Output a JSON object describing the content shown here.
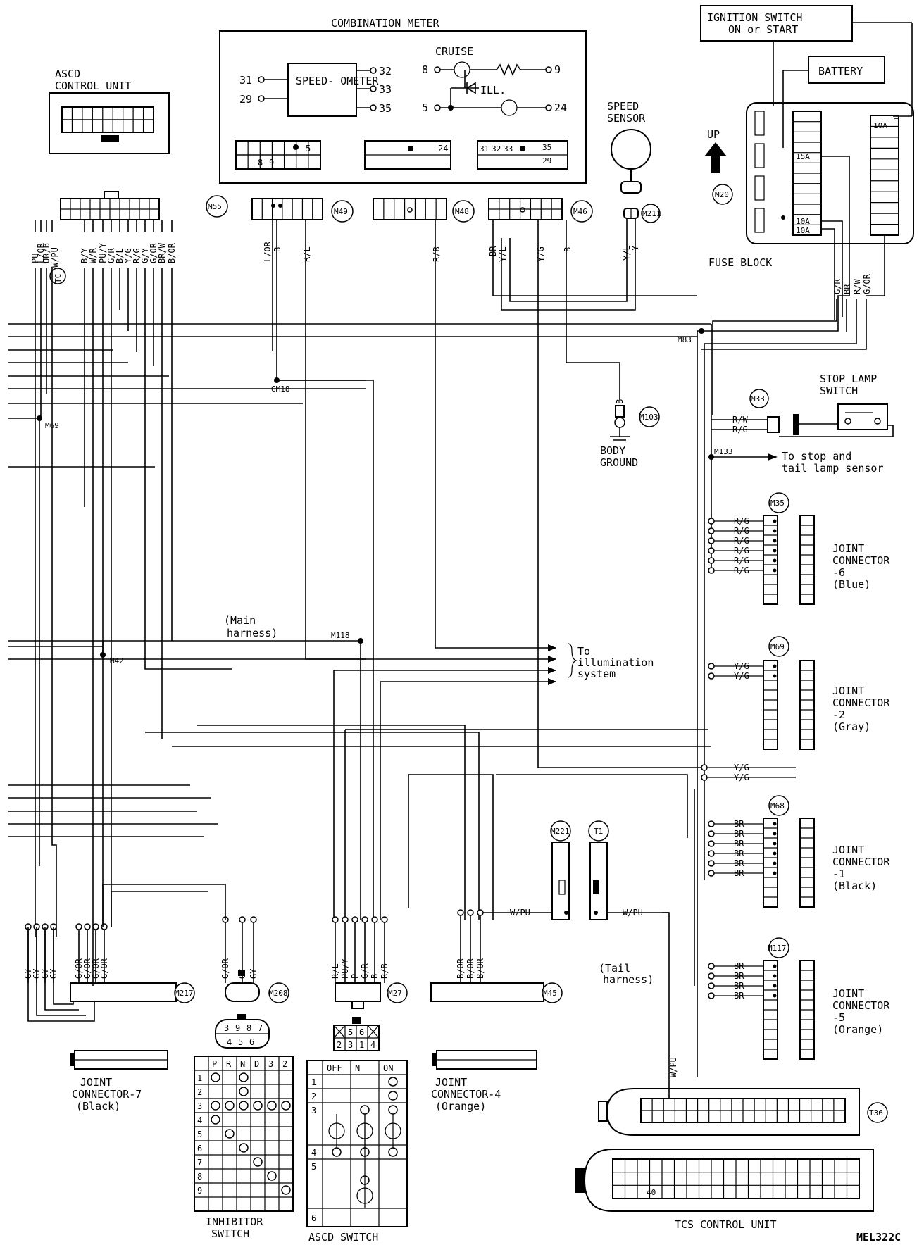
{
  "diagram_id": "MEL322C",
  "combination_meter": {
    "title": "COMBINATION METER",
    "speedometer": "SPEED-\nOMETER",
    "cruise": "CRUISE",
    "ill": "ILL.",
    "pins_left": [
      "31",
      "29"
    ],
    "pins_right": [
      "32",
      "33",
      "35"
    ],
    "cruise_pins": [
      "8",
      "9"
    ],
    "ill_pins": [
      "5",
      "24"
    ],
    "conn1_pins": [
      "5",
      "8",
      "9"
    ],
    "conn2_pins": [
      "24"
    ],
    "conn3_pins": [
      "31",
      "32",
      "33",
      "35",
      "29"
    ]
  },
  "ascd_control_unit": {
    "line1": "ASCD",
    "line2": "CONTROL UNIT"
  },
  "ignition_switch": {
    "line1": "IGNITION SWITCH",
    "line2": "ON or START"
  },
  "battery": "BATTERY",
  "up": "UP",
  "fuse_block": {
    "label": "FUSE BLOCK",
    "fuses": [
      "10A",
      "15A",
      "10A",
      "10A"
    ]
  },
  "speed_sensor": {
    "line1": "SPEED",
    "line2": "SENSOR"
  },
  "connectors": {
    "m55": "M55",
    "m49": "M49",
    "m48": "M48",
    "m46": "M46",
    "m211": "M211",
    "m20": "M20",
    "m33": "M33",
    "m103": "M103",
    "m35": "M35",
    "m69": "M69",
    "m68": "M68",
    "m117": "M117",
    "m221": "M221",
    "t1": "T1",
    "t36": "T36",
    "m217": "M217",
    "m208": "M208",
    "m27": "M27",
    "m45": "M45",
    "tc": "TC"
  },
  "splices": {
    "m83": "M83",
    "gm18": "GM18",
    "m69": "M69",
    "m133": "M133",
    "m118": "M118",
    "m42": "M42"
  },
  "wire_colors": {
    "ascd": [
      "PU",
      "L/OR",
      "OR/B",
      "W/PU",
      "B/Y",
      "W/R",
      "PU/Y",
      "G/R",
      "B/L",
      "Y/G",
      "R/G",
      "G/Y",
      "G/OR",
      "BR/W",
      "B/OR"
    ],
    "m49": [
      "L/OR",
      "B",
      "R/L"
    ],
    "m48": [
      "R/B"
    ],
    "m46": [
      "BR",
      "Y/L",
      "Y/G",
      "B"
    ],
    "m211": [
      "Y/L",
      "Y"
    ],
    "fuse": [
      "G/R",
      "BR",
      "R/W",
      "G/OR"
    ],
    "m103": "B",
    "m33": [
      "R/W",
      "R/G"
    ],
    "m35": [
      "R/G",
      "R/G",
      "R/G",
      "R/G",
      "R/G",
      "R/G"
    ],
    "m69": [
      "Y/G",
      "Y/G",
      "Y/G",
      "Y/G"
    ],
    "m68": [
      "BR",
      "BR",
      "BR",
      "BR",
      "BR",
      "BR"
    ],
    "m117": [
      "BR",
      "BR",
      "BR",
      "BR"
    ],
    "m217": [
      "GY",
      "GY",
      "GY",
      "GY",
      "G/OR",
      "G/OR",
      "G/OR",
      "G/OR"
    ],
    "m208": [
      "G/OR",
      "GY",
      "GY"
    ],
    "m27": [
      "R/L",
      "PU/Y",
      "P",
      "G/R",
      "B",
      "R/B"
    ],
    "m45": [
      "B/OR",
      "B/OR",
      "B/OR"
    ],
    "m221": "W/PU",
    "t1": "W/PU",
    "t36": "W/PU"
  },
  "body_ground": {
    "line1": "BODY",
    "line2": "GROUND"
  },
  "stop_lamp_switch": {
    "line1": "STOP LAMP",
    "line2": "SWITCH"
  },
  "to_stop": {
    "line1": "To stop and",
    "line2": "tail lamp sensor"
  },
  "main_harness": {
    "line1": "(Main",
    "line2": "harness)"
  },
  "tail_harness": {
    "line1": "(Tail",
    "line2": "harness)"
  },
  "to_illumination": {
    "line1": "To",
    "line2": "illumination",
    "line3": "system"
  },
  "joint_connectors": {
    "jc6": {
      "line1": "JOINT",
      "line2": "CONNECTOR",
      "line3": "-6",
      "line4": "(Blue)"
    },
    "jc2": {
      "line1": "JOINT",
      "line2": "CONNECTOR",
      "line3": "-2",
      "line4": "(Gray)"
    },
    "jc1": {
      "line1": "JOINT",
      "line2": "CONNECTOR",
      "line3": "-1",
      "line4": "(Black)"
    },
    "jc5": {
      "line1": "JOINT",
      "line2": "CONNECTOR",
      "line3": "-5",
      "line4": "(Orange)"
    },
    "jc7": {
      "line1": "JOINT",
      "line2": "CONNECTOR-7",
      "line3": "(Black)"
    },
    "jc4": {
      "line1": "JOINT",
      "line2": "CONNECTOR-4",
      "line3": "(Orange)"
    }
  },
  "inhibitor_switch": {
    "line1": "INHIBITOR",
    "line2": "SWITCH",
    "headers": [
      "P",
      "R",
      "N",
      "D",
      "3",
      "2"
    ],
    "rows": [
      "1",
      "2",
      "3",
      "4",
      "5",
      "6",
      "7",
      "8",
      "9"
    ],
    "connector_pins_top": [
      "3",
      "9",
      "8",
      "7"
    ],
    "connector_pins_bottom": [
      "4",
      "5",
      "6"
    ]
  },
  "ascd_switch": {
    "label": "ASCD SWITCH",
    "headers": [
      "OFF",
      "N",
      "ON"
    ],
    "rows": [
      "1",
      "2",
      "3",
      "4",
      "5",
      "6"
    ],
    "connector_pins_top": [
      "5",
      "6"
    ],
    "connector_pins_bottom": [
      "2",
      "3",
      "1",
      "4"
    ]
  },
  "tcs_control_unit": {
    "label": "TCS CONTROL UNIT",
    "pin": "40"
  }
}
